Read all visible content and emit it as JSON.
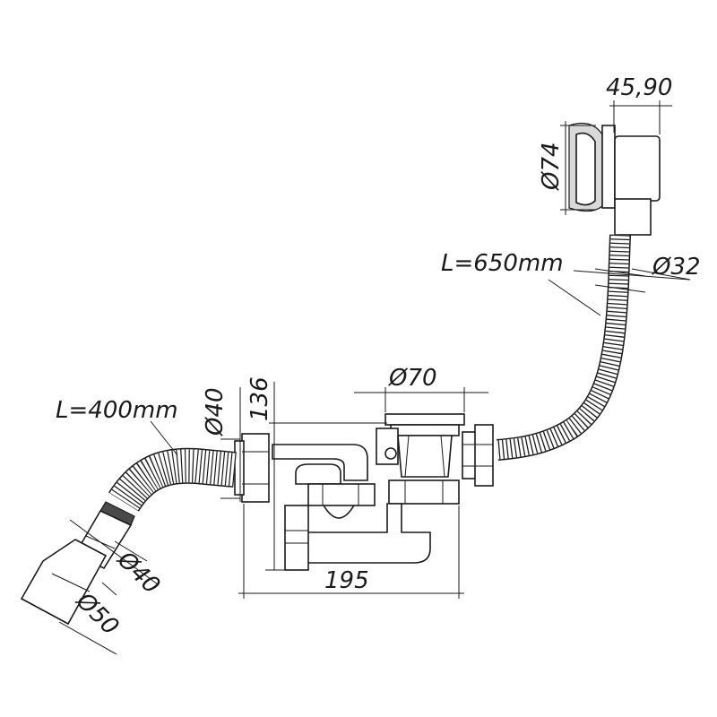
{
  "labels": {
    "overflow_depth": "45,90",
    "overflow_diameter": "Ø74",
    "upper_hose_length": "L=650mm",
    "upper_hose_diameter": "Ø32",
    "drain_diameter": "Ø70",
    "height": "136",
    "outlet_diameter_top": "Ø40",
    "lower_hose_length": "L=400mm",
    "width": "195",
    "outlet_diameter_inner": "Ø40",
    "outlet_diameter_outer": "Ø50"
  }
}
